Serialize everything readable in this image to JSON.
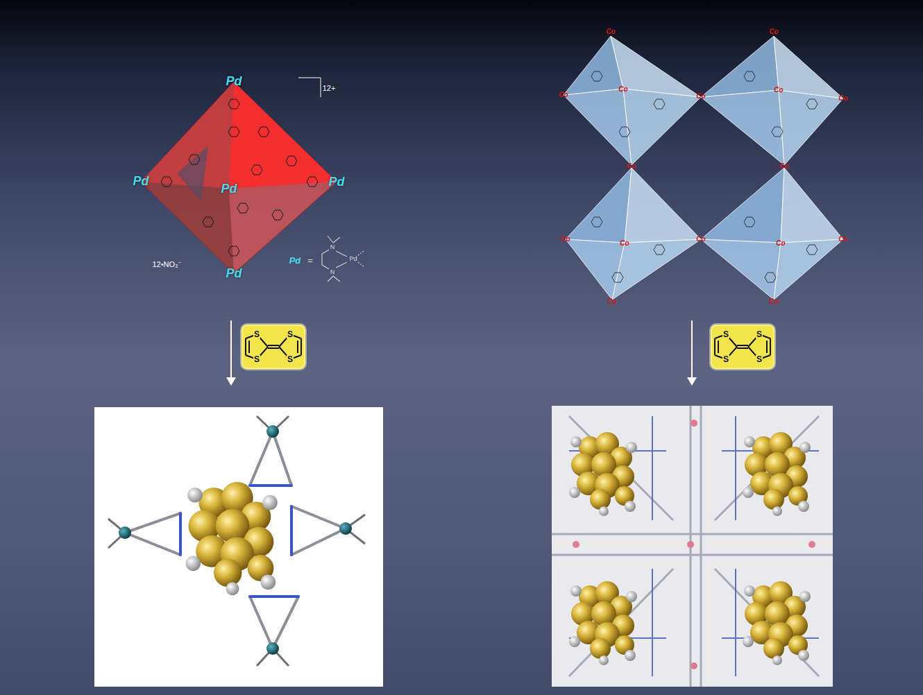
{
  "diagram": {
    "labels": [
      "12+",
      "Pd",
      "Pd",
      "Pd",
      "Pd",
      "Pd",
      "12•NO₃⁻",
      "Pd",
      "=",
      "N",
      "N",
      "Pd",
      "Co",
      "Co",
      "Co",
      "Co",
      "Co",
      "Co",
      "Co",
      "Co",
      "Co",
      "Co",
      "Co",
      "Co",
      "Co",
      "Co",
      "Co",
      "Co",
      "S",
      "S",
      "S",
      "S",
      "S",
      "S",
      "S",
      "S"
    ]
  }
}
